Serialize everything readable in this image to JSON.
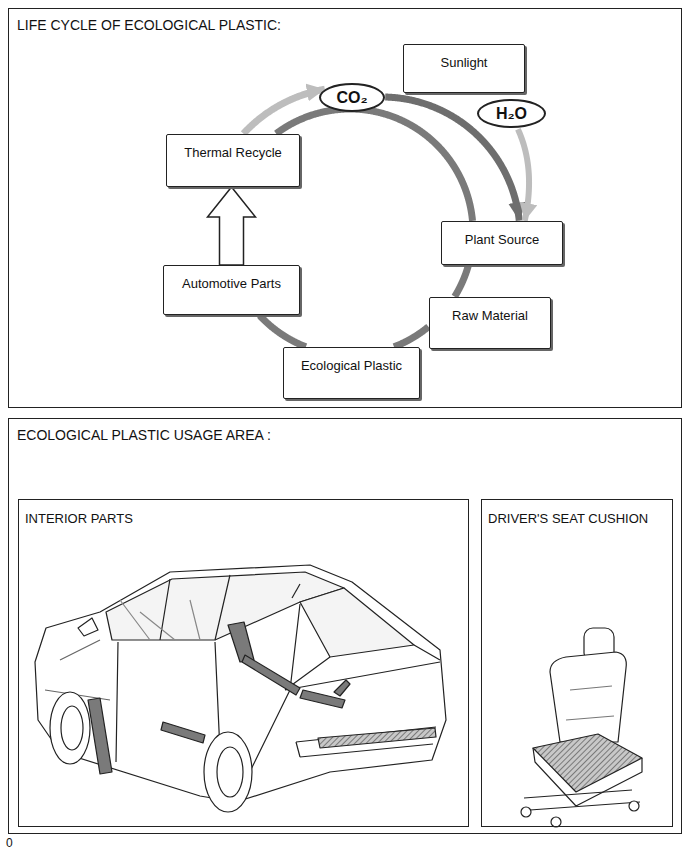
{
  "diagram": {
    "title": "LIFE CYCLE OF ECOLOGICAL PLASTIC:",
    "nodes": [
      {
        "text": [
          "LIFE CYCLE OF ECOLOGICAL PLASTIC:"
        ]
      },
      {
        "text": [
          "Sunlight"
        ],
        "in": 0
      },
      {
        "text": [
          "CO₂"
        ],
        "in": 0
      },
      {
        "text": [
          "H₂O"
        ],
        "in": 0
      },
      {
        "text": [
          "Thermal Recycle"
        ],
        "in": 0
      },
      {
        "text": [
          "Plant Source"
        ],
        "in": 0
      },
      {
        "text": [
          "Automotive Parts"
        ],
        "in": 0
      },
      {
        "text": [
          "Raw Material"
        ],
        "in": 0
      },
      {
        "text": [
          "Ecological Plastic"
        ],
        "in": 0
      },
      {
        "text": [
          "ECOLOGICAL PLASTIC USAGE AREA :"
        ]
      },
      {
        "text": [
          "INTERIOR PARTS"
        ],
        "in": 9
      },
      {
        "text": [
          "DRIVER'S SEAT CUSHION"
        ],
        "in": 9
      }
    ],
    "edges": [
      {
        "from": 4,
        "to": 2,
        "arrow": "to"
      },
      {
        "from": 2,
        "to": 5,
        "arrow": "to"
      },
      {
        "from": 3,
        "to": 5,
        "arrow": "to"
      },
      {
        "from": 4,
        "to": 5,
        "arrow": "none"
      },
      {
        "from": 5,
        "to": 7,
        "arrow": "none"
      },
      {
        "from": 7,
        "to": 8,
        "arrow": "none"
      },
      {
        "from": 8,
        "to": 6,
        "arrow": "none"
      },
      {
        "from": 6,
        "to": 4,
        "arrow": "to"
      }
    ],
    "labels": [
      "0"
    ]
  }
}
